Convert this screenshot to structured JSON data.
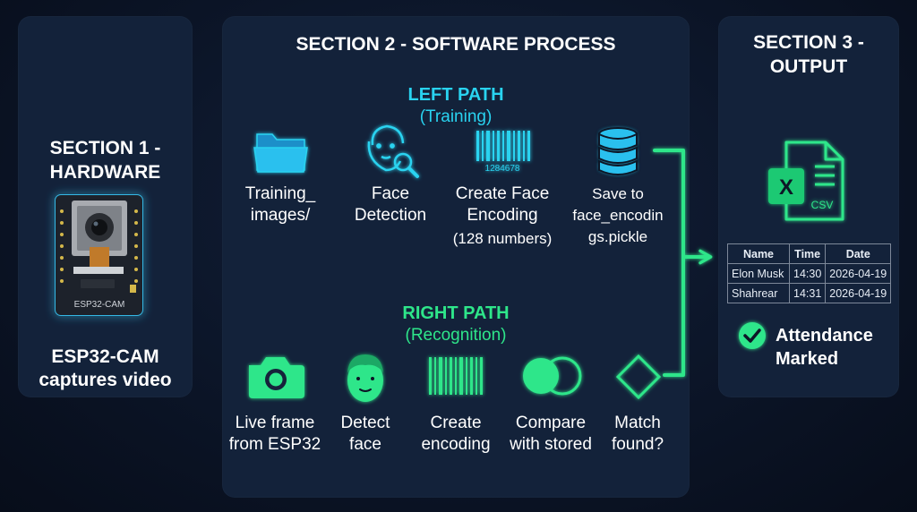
{
  "sections": {
    "hardware": {
      "title": "SECTION 1 -\nHARDWARE",
      "board_label": "ESP32-CAM",
      "caption": "ESP32-CAM\ncaptures video"
    },
    "software": {
      "title": "SECTION 2 - SOFTWARE PROCESS",
      "left_path": {
        "title": "LEFT PATH",
        "subtitle": "(Training)",
        "steps": [
          {
            "label": "Training_\nimages/",
            "icon": "folder-icon"
          },
          {
            "label": "Face\nDetection",
            "icon": "face-search-icon"
          },
          {
            "label": "Create Face\nEncoding",
            "extra": "(128 numbers)",
            "barcode_number": "1284678",
            "icon": "barcode-icon"
          },
          {
            "label": "Save to\nface_encodin\ngs.pickle",
            "icon": "database-icon"
          }
        ]
      },
      "right_path": {
        "title": "RIGHT PATH",
        "subtitle": "(Recognition)",
        "steps": [
          {
            "label": "Live frame\nfrom ESP32",
            "icon": "camera-icon"
          },
          {
            "label": "Detect\nface",
            "icon": "face-icon"
          },
          {
            "label": "Create\nencoding",
            "icon": "barcode-icon"
          },
          {
            "label": "Compare\nwith stored",
            "icon": "overlap-circles-icon"
          },
          {
            "label": "Match\nfound?",
            "icon": "decision-diamond-icon"
          }
        ]
      }
    },
    "output": {
      "title": "SECTION 3 -\nOUTPUT",
      "file_icon_label": "CSV",
      "file_icon_letter": "X",
      "table": {
        "headers": [
          "Name",
          "Time",
          "Date"
        ],
        "rows": [
          [
            "Elon Musk",
            "14:30",
            "2026-04-19"
          ],
          [
            "Shahrear",
            "14:31",
            "2026-04-19"
          ]
        ]
      },
      "status": "Attendance\nMarked"
    }
  },
  "colors": {
    "background": "#0b1426",
    "panel": "#13223a",
    "cyan_accent": "#29d3f0",
    "green_accent": "#2ee68a",
    "text": "#ffffff"
  }
}
